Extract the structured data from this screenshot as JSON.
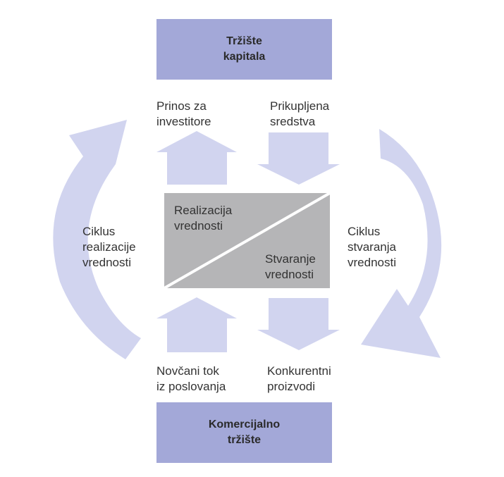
{
  "colors": {
    "box": "#a3a8d8",
    "arrow": "#d1d4ef",
    "center": "#b5b5b7",
    "divider": "#ffffff"
  },
  "capital_market": {
    "label": "Tržište\nkapitala"
  },
  "commercial_market": {
    "label": "Komercijalno\ntržište"
  },
  "top_left": {
    "label": "Prinos za\ninvestitore"
  },
  "top_right": {
    "label": "Prikupljena\nsredstva"
  },
  "bottom_left": {
    "label": "Novčani tok\niz poslovanja"
  },
  "bottom_right": {
    "label": "Konkurentni\nproizvodi"
  },
  "left_cycle": {
    "label": "Ciklus\nrealizacije\nvrednosti"
  },
  "right_cycle": {
    "label": "Ciklus\nstvaranja\nvrednosti"
  },
  "center": {
    "upper_label": "Realizacija\nvrednosti",
    "lower_label": "Stvaranje\nvrednosti"
  },
  "icons": {
    "up_arrow": "arrow-up-icon",
    "down_arrow": "arrow-down-icon",
    "curved_arrow": "curved-arrow-icon"
  }
}
